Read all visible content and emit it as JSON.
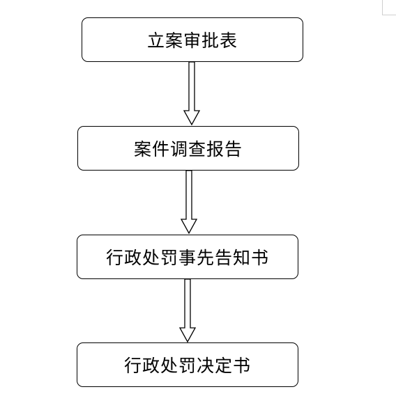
{
  "flowchart": {
    "steps": [
      {
        "label": "立案审批表"
      },
      {
        "label": "案件调查报告"
      },
      {
        "label": "行政处罚事先告知书"
      },
      {
        "label": "行政处罚决定书"
      }
    ],
    "connector_color": "#000000",
    "box_border_color": "#000000"
  }
}
